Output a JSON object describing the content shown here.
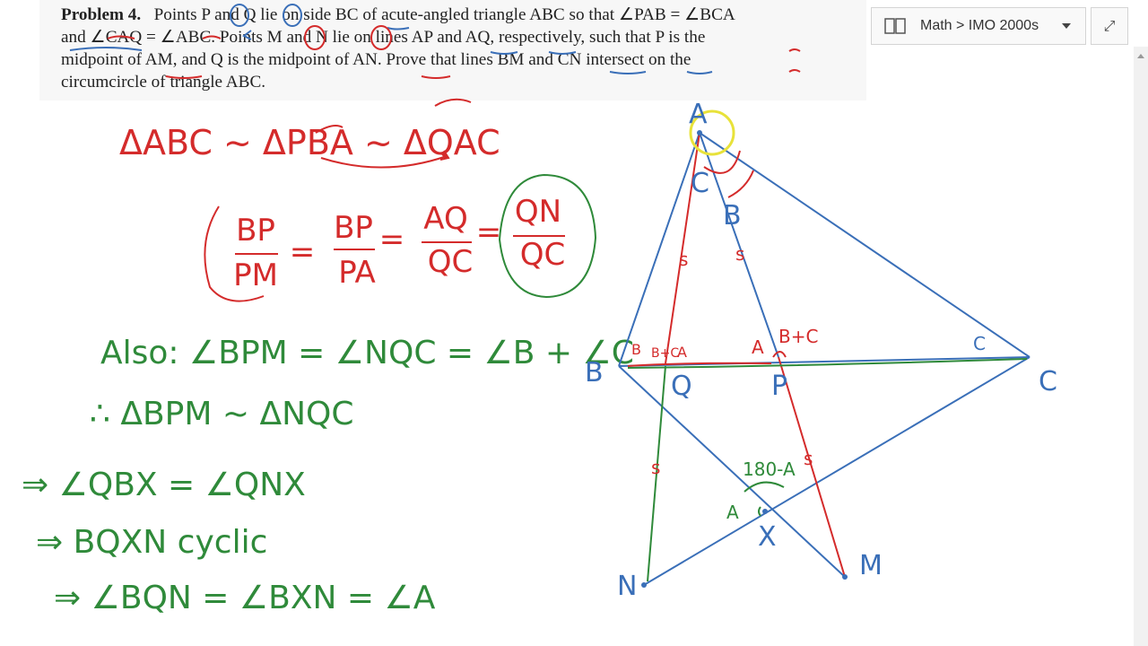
{
  "problem": {
    "label": "Problem 4.",
    "line1": "Points P and Q lie on side BC of acute-angled triangle ABC so that ∠PAB = ∠BCA",
    "line2": "and ∠CAQ = ∠ABC. Points M and N lie on lines AP and AQ, respectively, such that P is the",
    "line3": "midpoint of AM, and Q is the midpoint of AN. Prove that lines BM and CN intersect on the",
    "line4": "circumcircle of triangle ABC."
  },
  "toolbar": {
    "breadcrumb": "Math > IMO 2000s",
    "expand_symbol": "⤢"
  },
  "notes": {
    "similar": "ΔABC ~ ΔPBA ~ ΔQAC",
    "ratio_1_num": "BP",
    "ratio_1_den": "PM",
    "ratio_2_num": "BP",
    "ratio_2_den": "PA",
    "ratio_3_num": "AQ",
    "ratio_3_den": "QC",
    "ratio_4_num": "QN",
    "ratio_4_den": "QC",
    "equals": "=",
    "also": "Also: ∠BPM = ∠NQC = ∠B + ∠C",
    "therefore": "∴ ΔBPM ~ ΔNQC",
    "implies_1": "⇒ ∠QBX = ∠QNX",
    "implies_2": "⇒ BQXN cyclic",
    "implies_3": "⇒ ∠BQN = ∠BXN = ∠A"
  },
  "figure": {
    "A": "A",
    "B": "B",
    "C": "C",
    "P": "P",
    "Q": "Q",
    "M": "M",
    "N": "N",
    "X": "X",
    "angle_c_at_a": "C",
    "angle_b_at_a": "B",
    "len_s": "s",
    "ang_b_plus_c": "B+C",
    "ang_a": "A",
    "ang_180_a": "180-A",
    "ang_a_at_x": "A",
    "ang_b_at_b": "B",
    "ang_c_at_c": "C"
  },
  "colors": {
    "red": "#d42b2b",
    "blue": "#3a6fb8",
    "green": "#2f8a3a",
    "yellow": "#e8e23a"
  }
}
